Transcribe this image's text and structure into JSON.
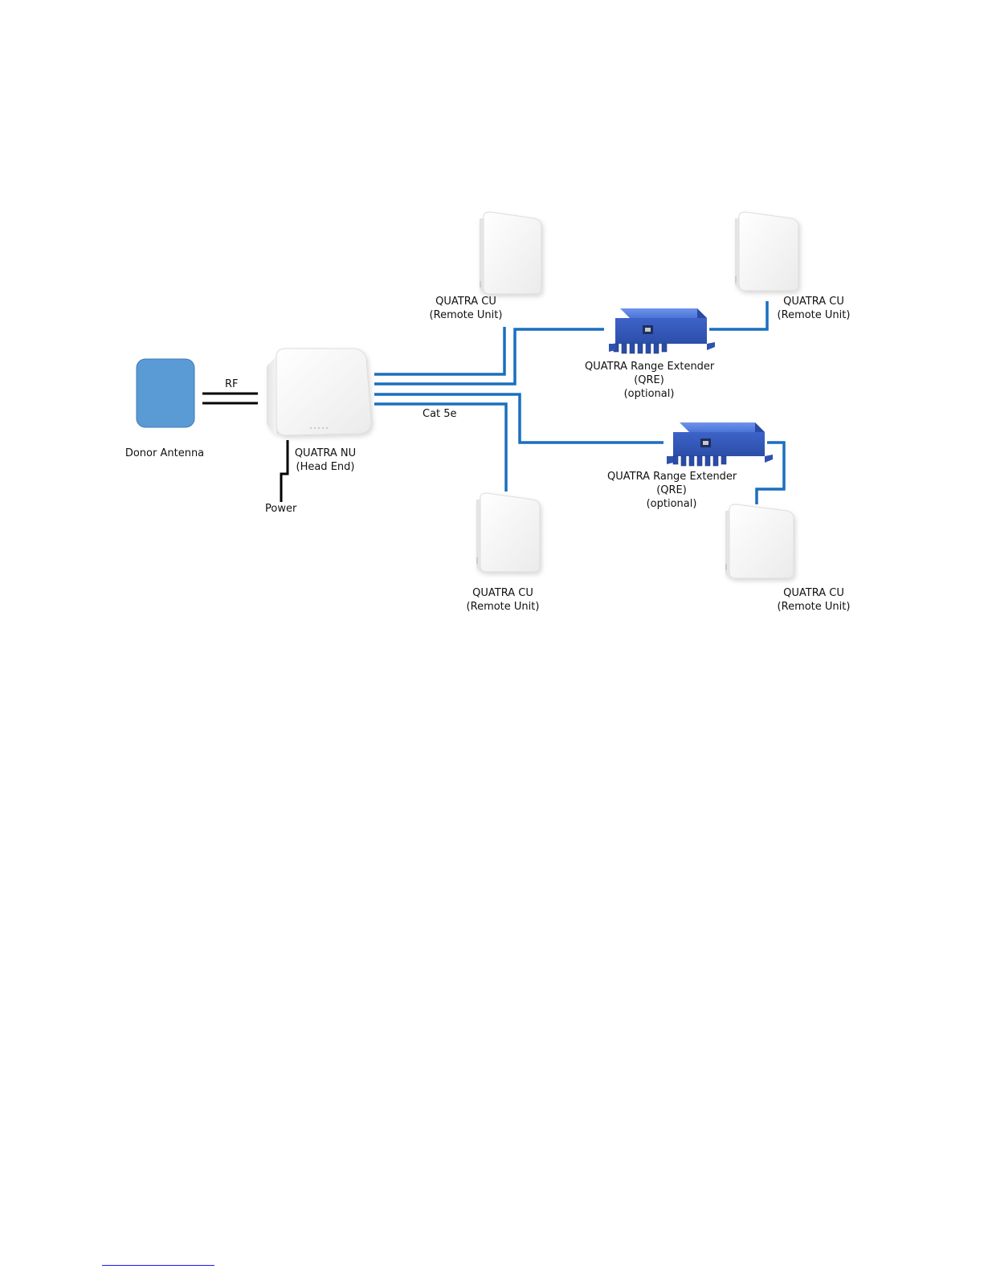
{
  "colors": {
    "cable_blue": "#1a6fbf",
    "rf_black": "#000000",
    "donor_antenna_fill": "#5b9bd5",
    "qre_blue": "#3f6bd0",
    "unit_white": "#f7f7f7"
  },
  "labels": {
    "rf": "RF",
    "cat5e": "Cat 5e",
    "power": "Power",
    "donor_antenna": "Donor Antenna",
    "nu_line1": "QUATRA NU",
    "nu_line2": "(Head End)",
    "cu_top_left_line1": "QUATRA CU",
    "cu_top_left_line2": "(Remote Unit)",
    "cu_top_right_line1": "QUATRA CU",
    "cu_top_right_line2": "(Remote Unit)",
    "cu_bottom_left_line1": "QUATRA CU",
    "cu_bottom_left_line2": "(Remote Unit)",
    "cu_bottom_right_line1": "QUATRA CU",
    "cu_bottom_right_line2": "(Remote Unit)",
    "qre_top_line1": "QUATRA Range Extender",
    "qre_top_line2": "(QRE)",
    "qre_top_line3": "(optional)",
    "qre_bottom_line1": "QUATRA Range Extender",
    "qre_bottom_line2": "(QRE)",
    "qre_bottom_line3": "(optional)"
  },
  "icons": {
    "donor_antenna": "donor-antenna-icon",
    "network_unit": "network-unit-icon",
    "coverage_unit": "coverage-unit-icon",
    "range_extender": "range-extender-icon"
  }
}
